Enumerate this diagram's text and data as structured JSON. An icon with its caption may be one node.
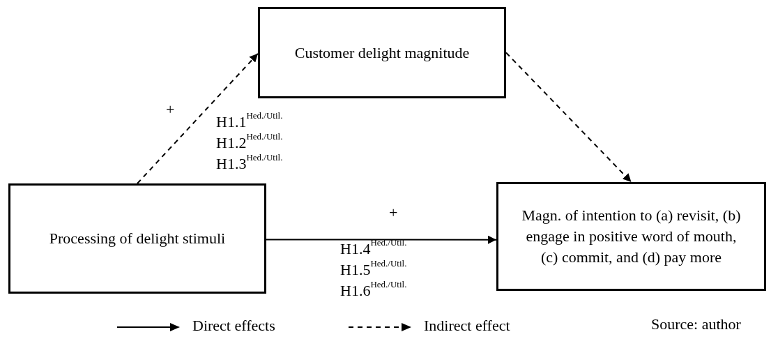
{
  "diagram": {
    "nodes": [
      {
        "text": [
          "Customer delight magnitude"
        ]
      },
      {
        "text": [
          "Processing of delight stimuli"
        ]
      },
      {
        "text": [
          "Magn. of intention to (a) revisit, (b) engage in positive word of mouth, (c) commit, and (d) pay more"
        ]
      }
    ],
    "edges": [
      {
        "from": 1,
        "to": 0,
        "arrow": "to",
        "style": "dashed"
      },
      {
        "from": 0,
        "to": 2,
        "arrow": "to",
        "style": "dashed"
      },
      {
        "from": 1,
        "to": 2,
        "arrow": "to"
      }
    ],
    "labels": [
      "+",
      "H1.1$^{Hed./Util.}$",
      "H1.2$^{Hed./Util.}$",
      "H1.3$^{Hed./Util.}$",
      "+",
      "H1.4$^{Hed./Util.}$",
      "H1.5$^{Hed./Util.}$",
      "H1.6$^{Hed./Util.}$",
      "Source: author"
    ],
    "legend": [
      {
        "text": "Direct effects"
      },
      {
        "text": "Indirect effect"
      }
    ]
  }
}
